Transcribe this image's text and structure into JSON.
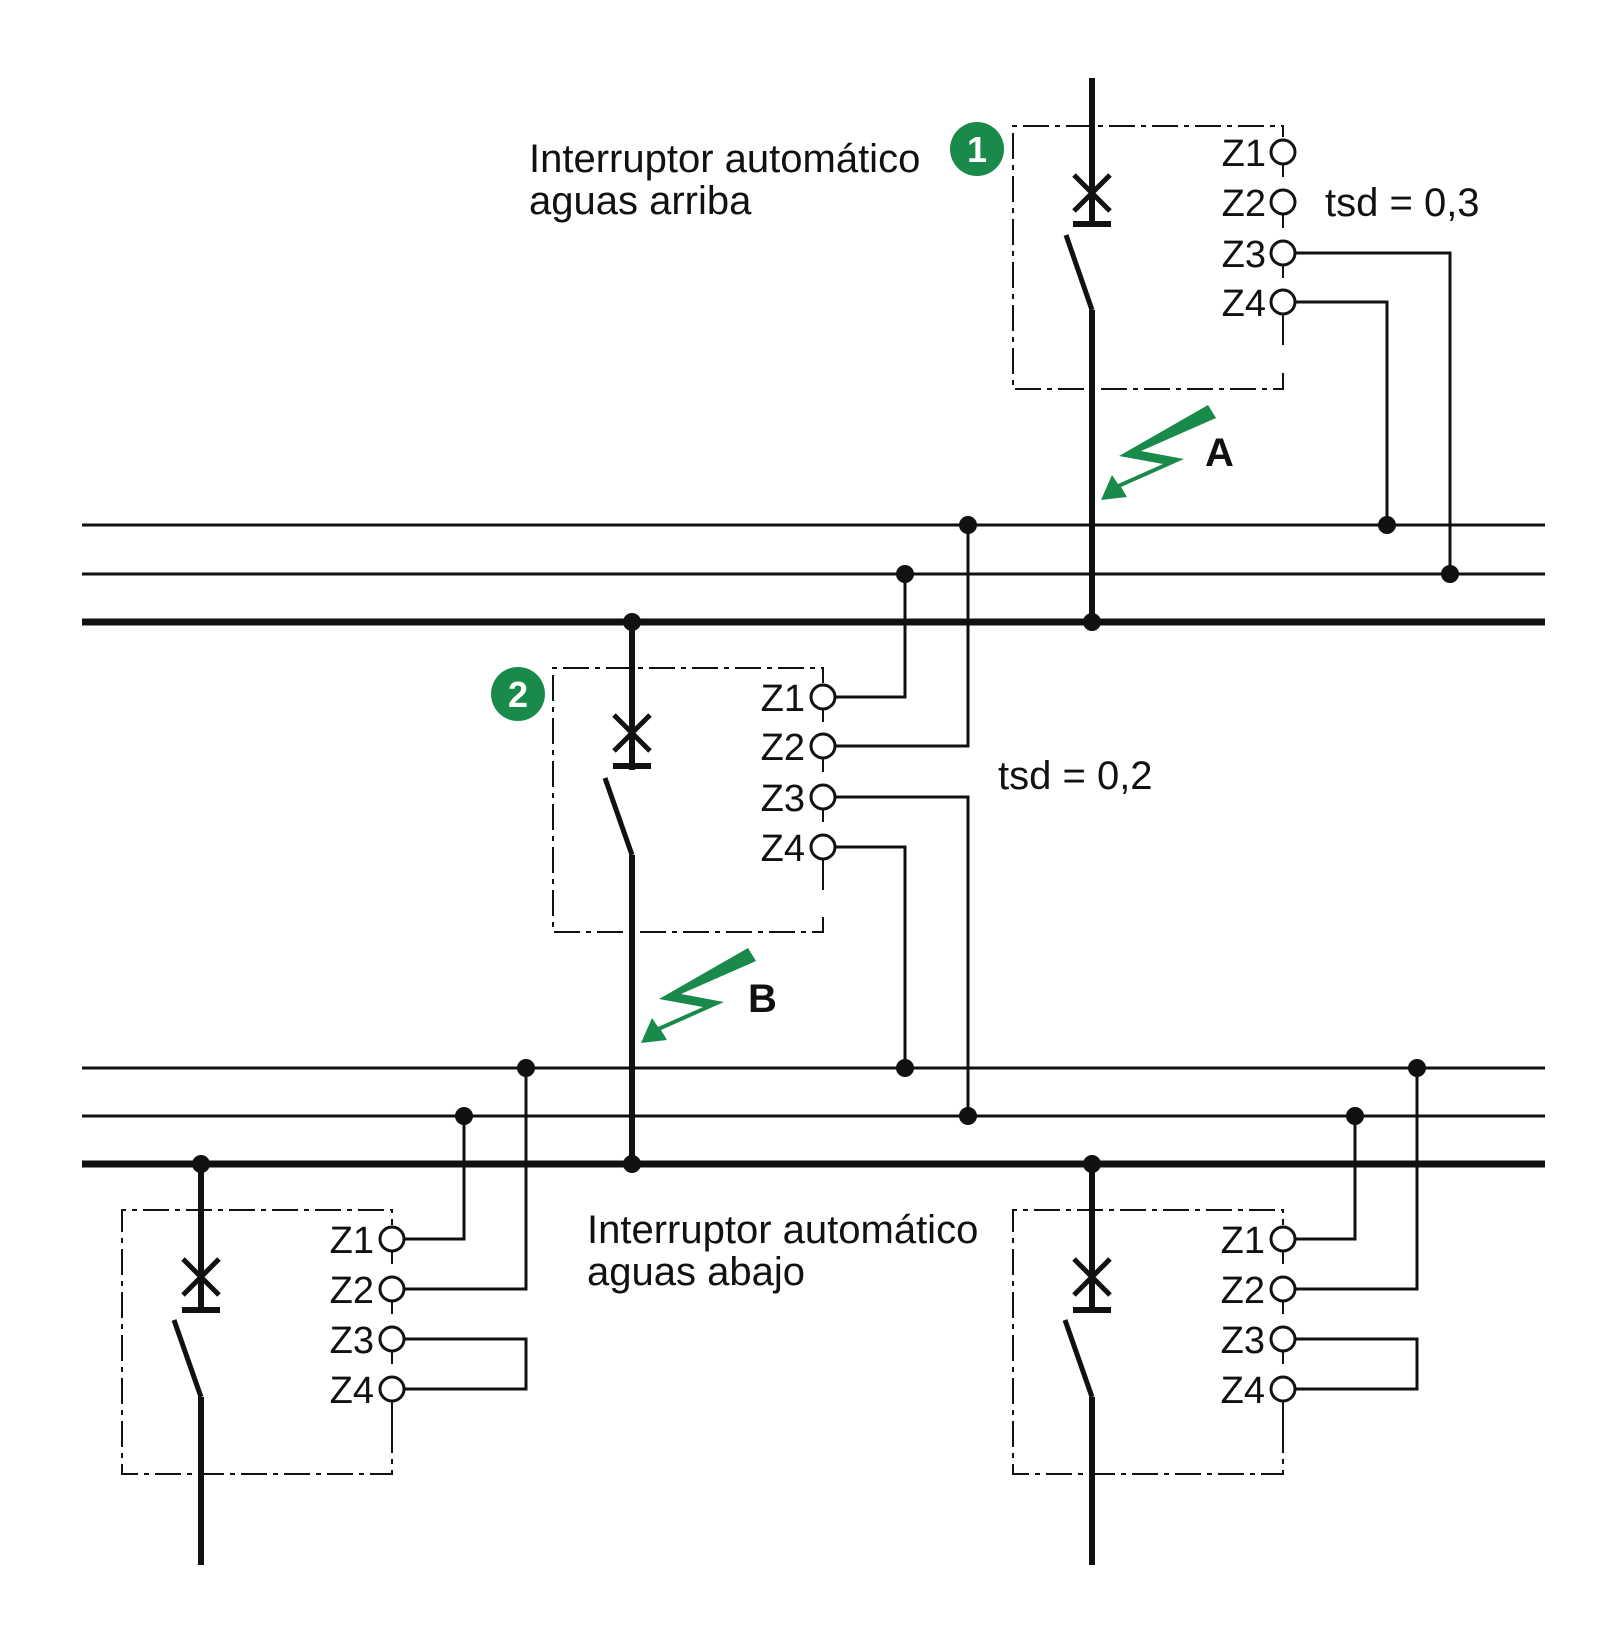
{
  "colors": {
    "line": "#111111",
    "accent": "#1a8a4a",
    "background": "#ffffff"
  },
  "upstream_breaker": {
    "number": "1",
    "label_line1": "Interruptor automático",
    "label_line2": "aguas arriba",
    "tsd": "tsd = 0,3",
    "terminals": [
      "Z1",
      "Z2",
      "Z3",
      "Z4"
    ]
  },
  "middle_breaker": {
    "number": "2",
    "tsd": "tsd = 0,2",
    "terminals": [
      "Z1",
      "Z2",
      "Z3",
      "Z4"
    ]
  },
  "downstream_label": {
    "line1": "Interruptor automático",
    "line2": "aguas abajo"
  },
  "downstream_left_breaker": {
    "terminals": [
      "Z1",
      "Z2",
      "Z3",
      "Z4"
    ]
  },
  "downstream_right_breaker": {
    "terminals": [
      "Z1",
      "Z2",
      "Z3",
      "Z4"
    ]
  },
  "faults": {
    "a": "A",
    "b": "B",
    "icon": "lightning-arrow-icon"
  }
}
